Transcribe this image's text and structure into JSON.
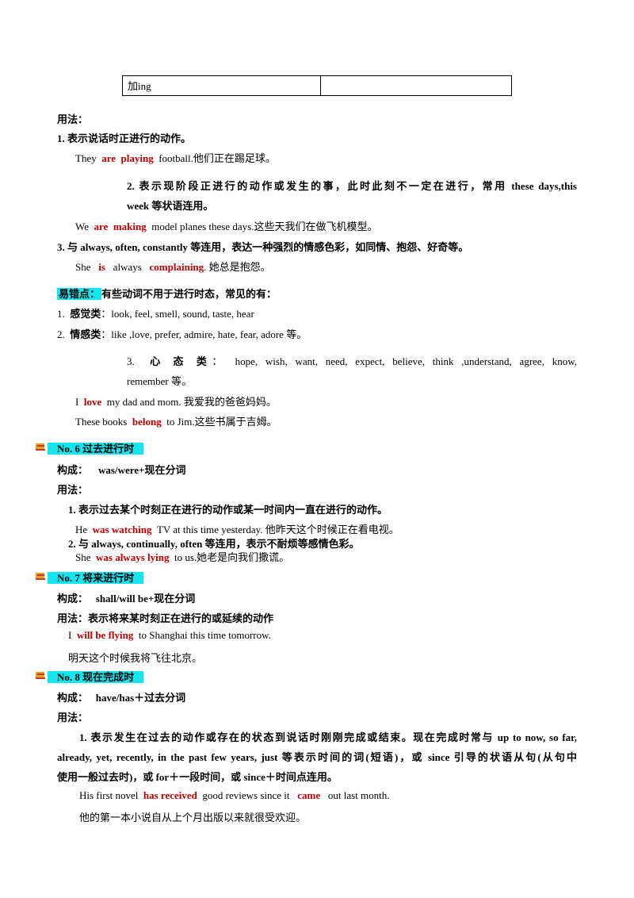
{
  "table": {
    "row": [
      "加ing",
      ""
    ]
  },
  "sec5": {
    "usage_label": "用法：",
    "u1": "1.  表示说话时正进行的动作。",
    "ex1": {
      "a": "They",
      "b": "are",
      "c": "playing",
      "d": "football.他们正在踢足球。"
    },
    "u2_line1": "2.  表示现阶段正进行的动作或发生的事，此时此刻不一定在进行，常用 these  days,this",
    "u2_line2": "week 等状语连用。",
    "ex2": {
      "a": "We",
      "b": "are",
      "c": "making",
      "d": "model  planes  these  days.这些天我们在做飞机模型。"
    },
    "u3": "3.  与 always,  often,  constantly 等连用，表达一种强烈的情感色彩，如同情、抱怨、好奇等。",
    "ex3": {
      "a": "She",
      "b": "is",
      "c": "always",
      "d": "complaining",
      "e": ". 她总是抱怨。"
    },
    "err_label": "易错点：",
    "err_text": "有些动词不用于进行时态，常见的有：",
    "l1_num": "1.",
    "l1_label": "感觉类",
    "l1_text": "：look,  feel,  smell,  sound,  taste,  hear",
    "l2_num": "2.",
    "l2_label": "情感类",
    "l2_text": "：like  ,love,  prefer,  admire,  hate,  fear,  adore 等。",
    "l3_num": "3.",
    "l3_label": "心 态 类",
    "l3_text": "：  hope,   wish,   want,   need,   expect,   believe,   think   ,understand,   agree,   know,",
    "l3_line2": "remember 等。",
    "ex4": {
      "a": "I",
      "b": "love",
      "c": "my  dad  and  mom.  我爱我的爸爸妈妈。"
    },
    "ex5": {
      "a": "These  books",
      "b": "belong",
      "c": "to  Jim.这些书属于吉姆。"
    }
  },
  "sec6": {
    "title": "No.  6      过去进行时",
    "form_label": "构成：",
    "form": "was/were+现在分词",
    "usage_label": "用法：",
    "u1": "1.  表示过去某个时刻正在进行的动作或某一时间内一直在进行的动作。",
    "ex1": {
      "a": "He",
      "b": "was  watching",
      "c": "TV  at  this  time  yesterday.  他昨天这个时候正在看电视。"
    },
    "u2": "2.  与 always,  continually,  often 等连用，表示不耐烦等感情色彩。",
    "ex2": {
      "a": "She",
      "b": "was  always  lying",
      "c": "to  us.她老是向我们撒谎。"
    }
  },
  "sec7": {
    "title": "No.  7      将来进行时",
    "form_label": "构成：",
    "form": "shall/will  be+现在分词",
    "usage": "用法：表示将来某时刻正在进行的或延续的动作",
    "ex1": {
      "a": "I",
      "b": "will  be  flying",
      "c": "to  Shanghai  this  time  tomorrow."
    },
    "ex1_cn": "明天这个时候我将飞往北京。"
  },
  "sec8": {
    "title": "No.  8      现在完成时",
    "form_label": "构成：",
    "form": "have/has＋过去分词",
    "usage_label": "用法：",
    "u1_line1": "1.  表示发生在过去的动作或存在的状态到说话时刚刚完成或结束。现在完成时常与 up to now, so far,",
    "u1_line2": "already, yet,     recently, in the past few years, just 等表示时间的词(短语)，或 since 引导的状语从句(从句中",
    "u1_line3": "使用一般过去时)，或 for＋一段时间，或 since＋时间点连用。",
    "ex1": {
      "a": "His first novel",
      "b": "has received",
      "c": "good reviews since it",
      "d": "came",
      "e": "out last month."
    },
    "ex1_cn": "他的第一本小说自从上个月出版以来就很受欢迎。"
  }
}
